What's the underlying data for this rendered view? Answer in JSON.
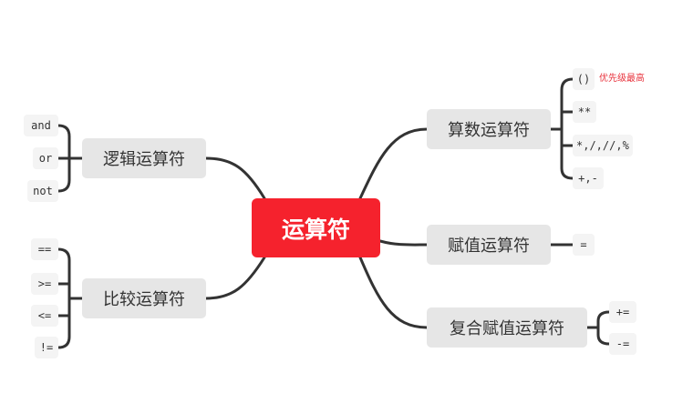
{
  "root": {
    "label": "运算符",
    "color": "#f5222d"
  },
  "branches": {
    "arithmetic": {
      "label": "算数运算符",
      "items": [
        "()",
        "**",
        "*,/,//,%",
        "+,-"
      ],
      "note": "优先级最高"
    },
    "assignment": {
      "label": "赋值运算符",
      "items": [
        "="
      ]
    },
    "compound": {
      "label": "复合赋值运算符",
      "items": [
        "+=",
        "-="
      ]
    },
    "logic": {
      "label": "逻辑运算符",
      "items": [
        "and",
        "or",
        "not"
      ]
    },
    "comparison": {
      "label": "比较运算符",
      "items": [
        "==",
        ">=",
        "<=",
        "!="
      ]
    }
  },
  "colors": {
    "line": "#333333",
    "branch_fill": "#e6e6e6",
    "leaf_fill": "#f4f4f4",
    "note_text": "#e8333d"
  }
}
